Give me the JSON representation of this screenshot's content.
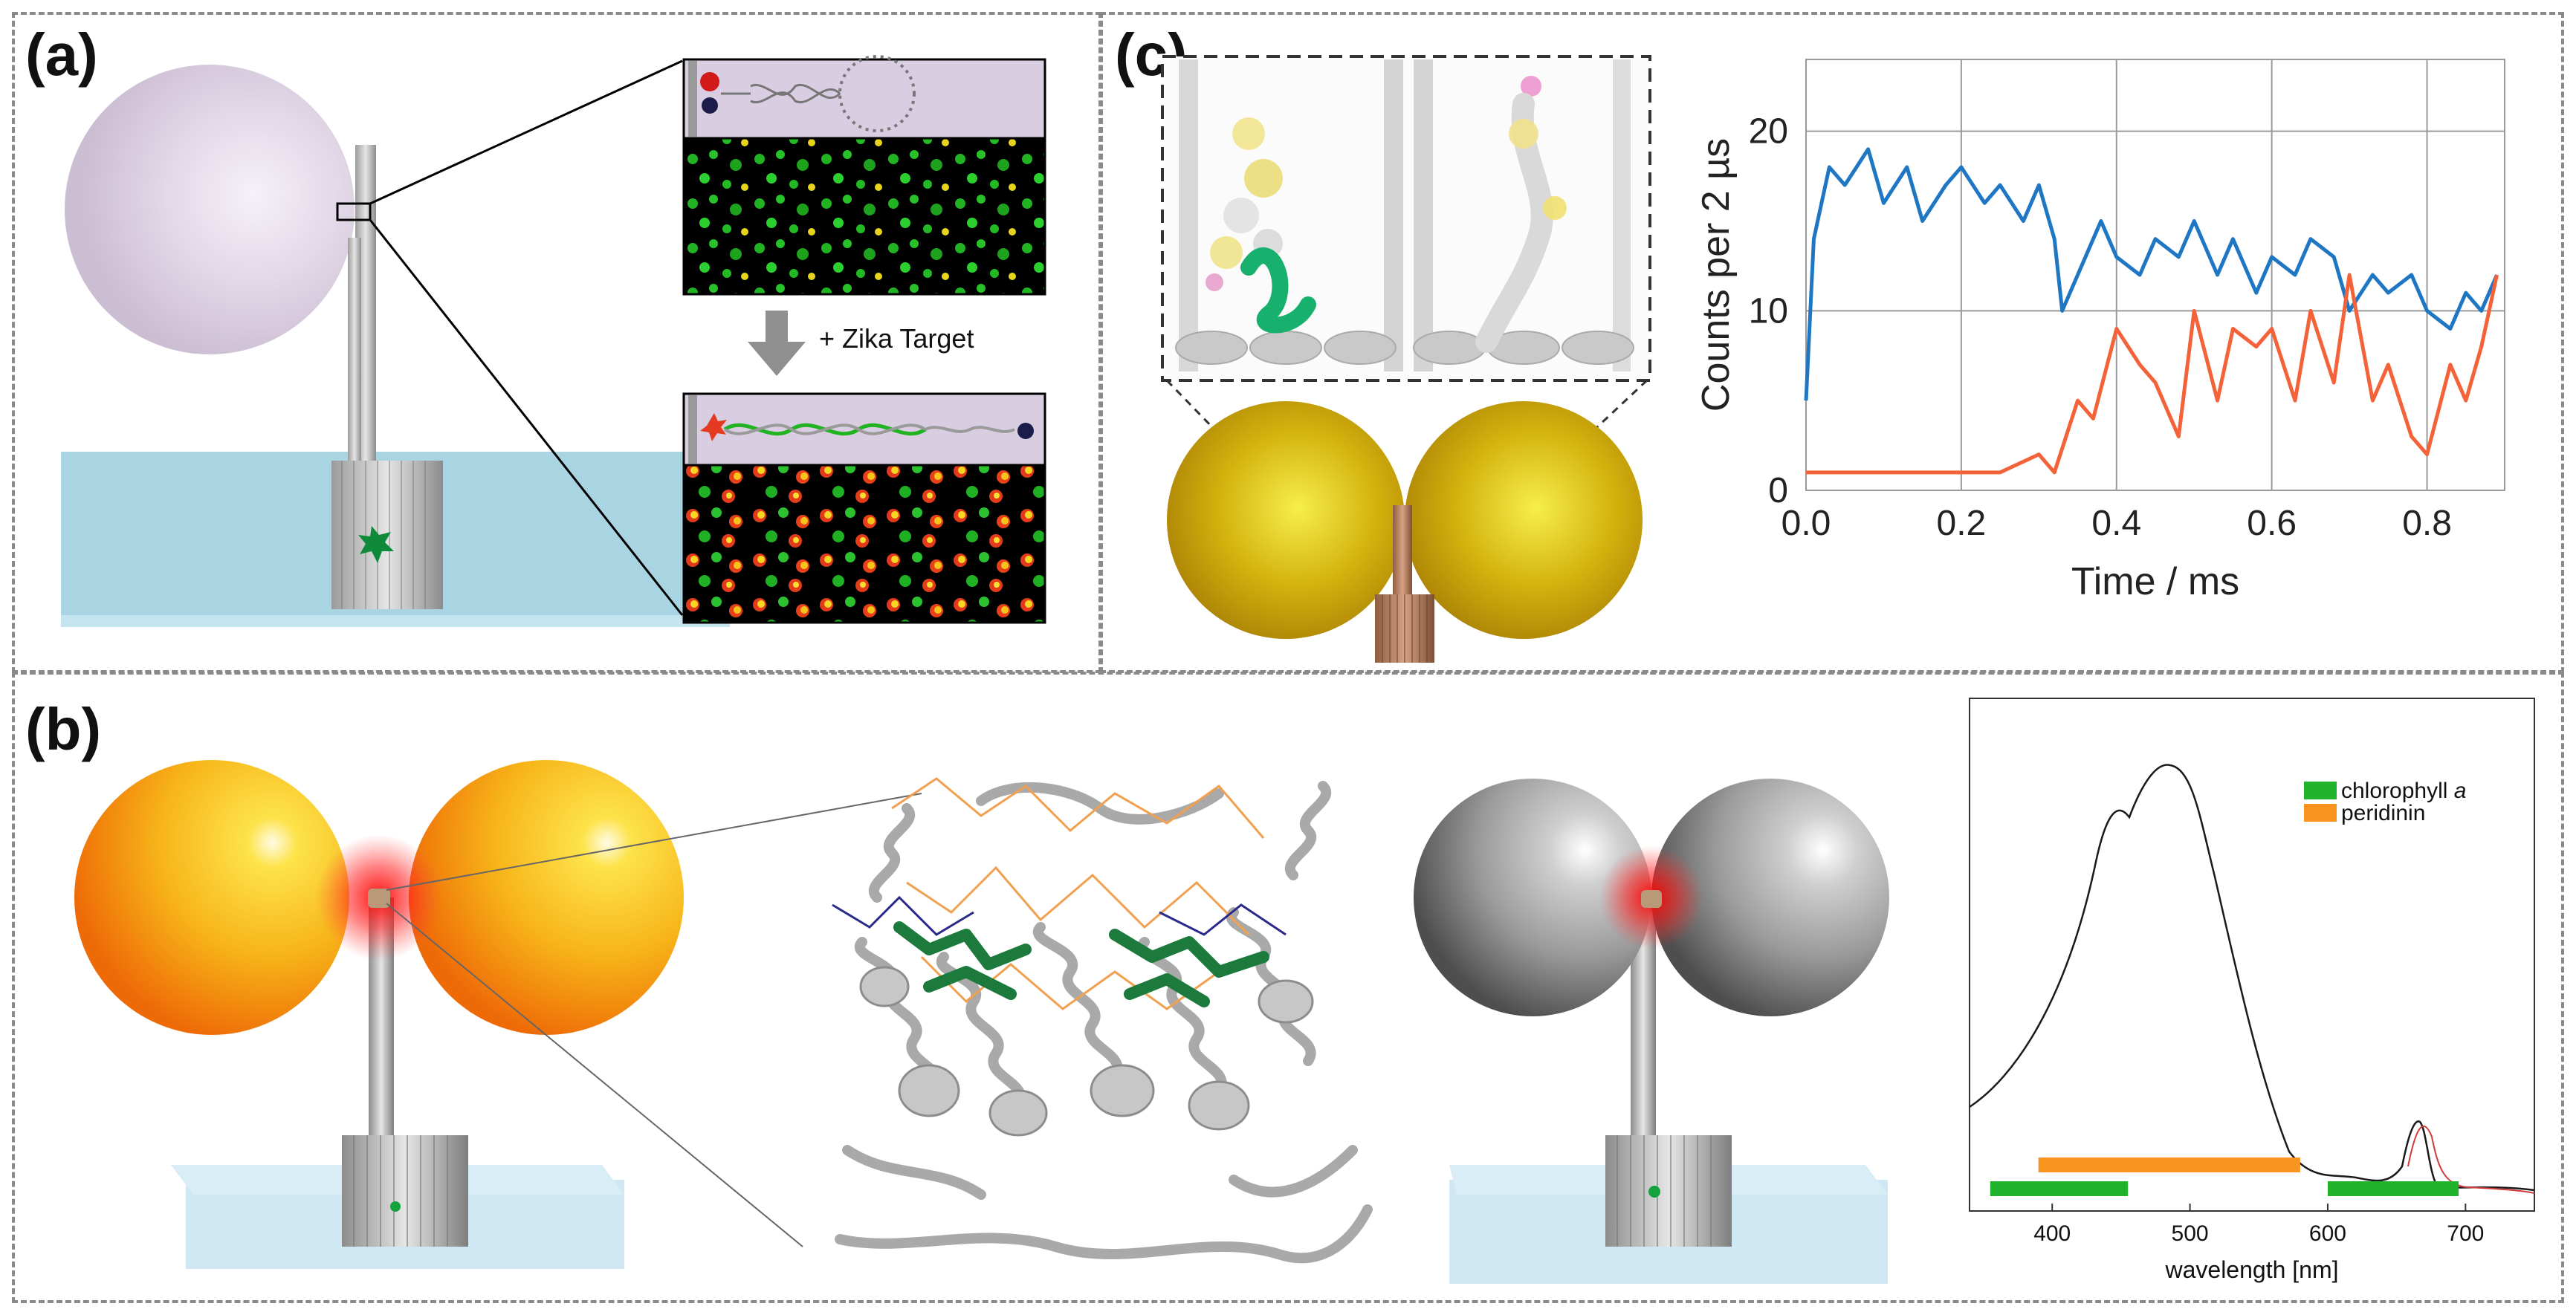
{
  "panels": {
    "a": {
      "label": "(a)",
      "arrow_text": "+ Zika Target"
    },
    "b": {
      "label": "(b)",
      "spectrum": {
        "legend": [
          {
            "name": "chlorophyll a",
            "name_main": "chlorophyll ",
            "name_italic": "a",
            "color": "#21b32c"
          },
          {
            "name": "peridinin",
            "color": "#f7931e"
          }
        ],
        "xlabel": "wavelength [nm]",
        "xticks": [
          "400",
          "500",
          "600",
          "700"
        ]
      }
    },
    "c": {
      "label": "(c)",
      "chart_data": {
        "type": "line",
        "xlabel": "Time / ms",
        "ylabel": "Counts per 2 µs",
        "xlim": [
          0.0,
          0.9
        ],
        "ylim": [
          0,
          24
        ],
        "xticks": [
          "0.0",
          "0.2",
          "0.4",
          "0.6",
          "0.8"
        ],
        "yticks": [
          "0",
          "10",
          "20"
        ],
        "grid": true,
        "series": [
          {
            "color": "#1f77c4",
            "x": [
              0.0,
              0.01,
              0.03,
              0.05,
              0.08,
              0.1,
              0.13,
              0.15,
              0.18,
              0.2,
              0.23,
              0.25,
              0.28,
              0.3,
              0.32,
              0.33,
              0.35,
              0.38,
              0.4,
              0.43,
              0.45,
              0.48,
              0.5,
              0.53,
              0.55,
              0.58,
              0.6,
              0.63,
              0.65,
              0.68,
              0.7,
              0.73,
              0.75,
              0.78,
              0.8,
              0.83,
              0.85,
              0.87,
              0.89
            ],
            "y": [
              5,
              14,
              18,
              17,
              19,
              16,
              18,
              15,
              17,
              18,
              16,
              17,
              15,
              17,
              14,
              10,
              12,
              15,
              13,
              12,
              14,
              13,
              15,
              12,
              14,
              11,
              13,
              12,
              14,
              13,
              10,
              12,
              11,
              12,
              10,
              9,
              11,
              10,
              12
            ]
          },
          {
            "color": "#f4623a",
            "x": [
              0.0,
              0.05,
              0.1,
              0.15,
              0.2,
              0.25,
              0.3,
              0.32,
              0.35,
              0.37,
              0.4,
              0.43,
              0.45,
              0.48,
              0.5,
              0.53,
              0.55,
              0.58,
              0.6,
              0.63,
              0.65,
              0.68,
              0.7,
              0.73,
              0.75,
              0.78,
              0.8,
              0.83,
              0.85,
              0.87,
              0.89
            ],
            "y": [
              1,
              1,
              1,
              1,
              1,
              1,
              2,
              1,
              5,
              4,
              9,
              7,
              6,
              3,
              10,
              5,
              9,
              8,
              9,
              5,
              10,
              6,
              12,
              5,
              7,
              3,
              2,
              7,
              5,
              8,
              12
            ]
          }
        ]
      }
    }
  }
}
